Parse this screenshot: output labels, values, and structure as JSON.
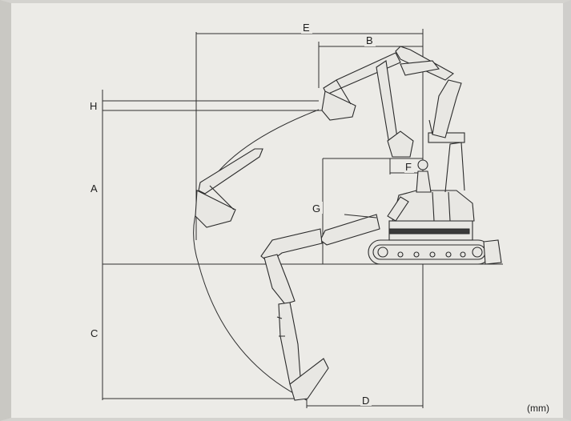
{
  "labels": {
    "A": "A",
    "B": "B",
    "C": "C",
    "D": "D",
    "E": "E",
    "F": "F",
    "G": "G",
    "H": "H"
  },
  "unit": "(mm)",
  "colors": {
    "paper": "#ecebe7",
    "ink": "#2b2b2b",
    "track": "#3a3a3a"
  }
}
